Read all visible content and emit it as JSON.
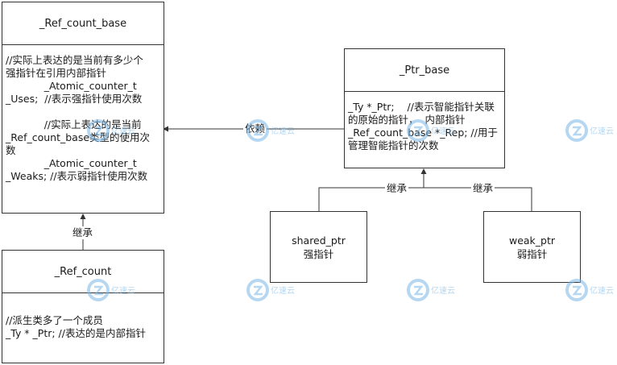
{
  "ref_count_base": {
    "title": "_Ref_count_base",
    "body": "//实际上表达的是当前有多少个\n强指针在引用内部指针\n            _Atomic_counter_t\n_Uses;  //表示强指针使用次数\n\n            //实际上表达的是当前\n_Ref_count_base类型的使用次\n数\n            _Atomic_counter_t\n_Weaks; //表示弱指针使用次数"
  },
  "ref_count": {
    "title": "_Ref_count",
    "body": "//派生类多了一个成员\n_Ty * _Ptr; //表达的是内部指针"
  },
  "ptr_base": {
    "title": "_Ptr_base",
    "body": "_Ty *_Ptr;    //表示智能指针关联\n的原始的指针，  内部指针\n_Ref_count_base *_Rep; //用于\n管理智能指针的次数"
  },
  "shared_ptr": {
    "name": "shared_ptr",
    "desc": "强指针"
  },
  "weak_ptr": {
    "name": "weak_ptr",
    "desc": "弱指针"
  },
  "labels": {
    "depends": "依赖",
    "inherit_left": "继承",
    "inherit_shared": "继承",
    "inherit_weak": "继承"
  },
  "watermark": {
    "text": "亿速云",
    "color": "#7ab6e6"
  }
}
